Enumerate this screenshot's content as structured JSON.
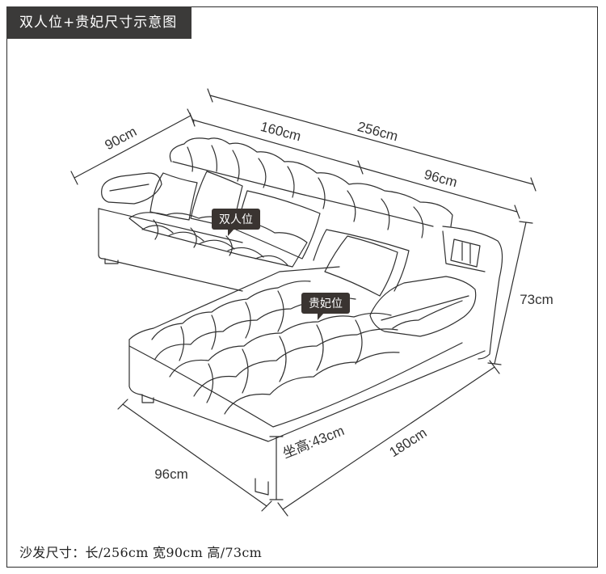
{
  "header": {
    "title": "双人位+贵妃尺寸示意图"
  },
  "dimensions": {
    "total_width": "256cm",
    "double_seat_width": "160cm",
    "chaise_width": "96cm",
    "depth": "90cm",
    "height": "73cm",
    "chaise_length": "180cm",
    "chaise_depth": "96cm",
    "seat_height": "坐高:43cm"
  },
  "labels": {
    "double_seat": "双人位",
    "chaise": "贵妃位"
  },
  "footer": {
    "summary": "沙发尺寸：长/256cm 宽90cm 高/73cm"
  },
  "colors": {
    "line": "#2f2f2f",
    "tag": "#3a3431",
    "header_bg": "#3b3a39"
  }
}
